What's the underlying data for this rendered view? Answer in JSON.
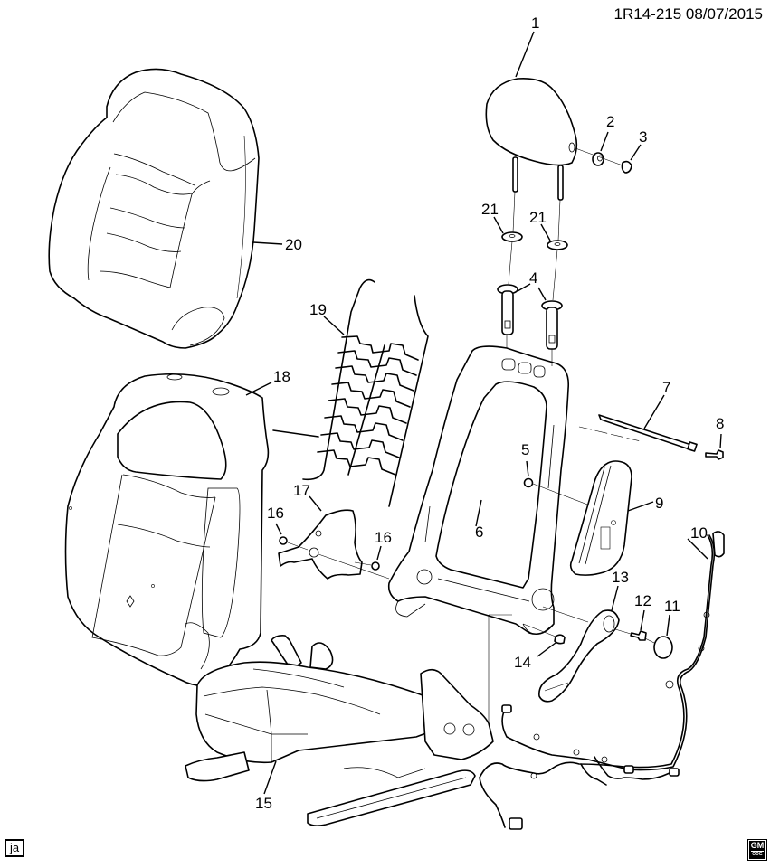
{
  "header": {
    "illustration_id": "1R14-215",
    "date": "08/07/2015",
    "text": "1R14-215  08/07/2015"
  },
  "footer": {
    "badge_text": "ja",
    "logo_text": "GM",
    "logo_subtext": "ODG"
  },
  "diagram": {
    "title": "Front seat exploded view",
    "callouts": [
      {
        "id": "1",
        "label": "1",
        "part": "headrest"
      },
      {
        "id": "2",
        "label": "2",
        "part": "headrest-bushing"
      },
      {
        "id": "3",
        "label": "3",
        "part": "headrest-clip"
      },
      {
        "id": "4a",
        "label": "4",
        "part": "headrest-guide"
      },
      {
        "id": "5",
        "label": "5",
        "part": "nut"
      },
      {
        "id": "6",
        "label": "6",
        "part": "seat-back-frame"
      },
      {
        "id": "7",
        "label": "7",
        "part": "rod"
      },
      {
        "id": "8",
        "label": "8",
        "part": "bolt"
      },
      {
        "id": "9",
        "label": "9",
        "part": "side-airbag-module"
      },
      {
        "id": "10",
        "label": "10",
        "part": "wiring-harness"
      },
      {
        "id": "11",
        "label": "11",
        "part": "cap"
      },
      {
        "id": "12",
        "label": "12",
        "part": "bolt"
      },
      {
        "id": "13",
        "label": "13",
        "part": "recliner-handle"
      },
      {
        "id": "14",
        "label": "14",
        "part": "bolt"
      },
      {
        "id": "15",
        "label": "15",
        "part": "seat-cushion-assembly"
      },
      {
        "id": "16a",
        "label": "16",
        "part": "nut"
      },
      {
        "id": "16b",
        "label": "16",
        "part": "nut"
      },
      {
        "id": "17",
        "label": "17",
        "part": "panel"
      },
      {
        "id": "18",
        "label": "18",
        "part": "seat-back-pad"
      },
      {
        "id": "19",
        "label": "19",
        "part": "suspension-spring-mat"
      },
      {
        "id": "20",
        "label": "20",
        "part": "seat-back-cover"
      },
      {
        "id": "21a",
        "label": "21",
        "part": "washer"
      },
      {
        "id": "21b",
        "label": "21",
        "part": "washer"
      }
    ]
  }
}
